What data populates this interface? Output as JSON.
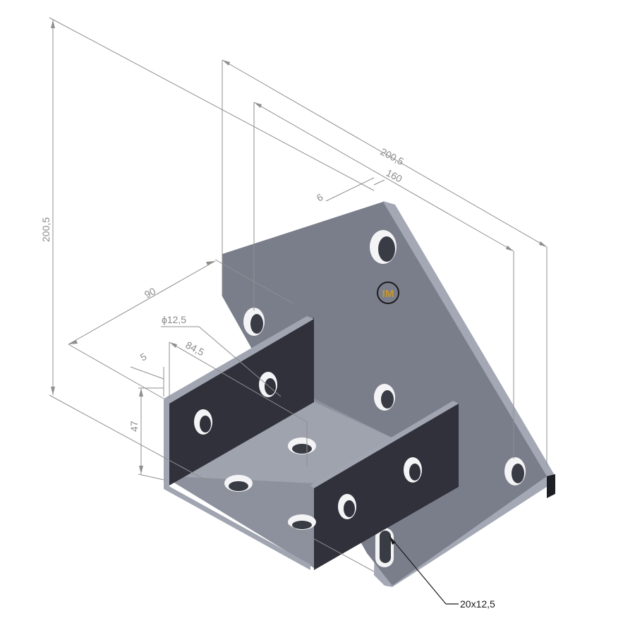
{
  "dimensions": {
    "overall_height": "200,5",
    "overall_length": "200,5",
    "hole_spacing": "160",
    "plate_thickness": "6",
    "channel_width": "90",
    "hole_diameter": "ϕ12,5",
    "hole_offset": "84,5",
    "flange_thickness": "5",
    "flange_height": "47",
    "slot_size": "20x12,5"
  },
  "logo": {
    "text": "IM",
    "color": "#c8962a"
  },
  "colors": {
    "plate_face": "#7a7e8a",
    "plate_edge": "#a2a7b3",
    "flange_dark": "#2f3038",
    "channel_floor": "#8d929e",
    "dimension_line": "#8f8f8f"
  }
}
